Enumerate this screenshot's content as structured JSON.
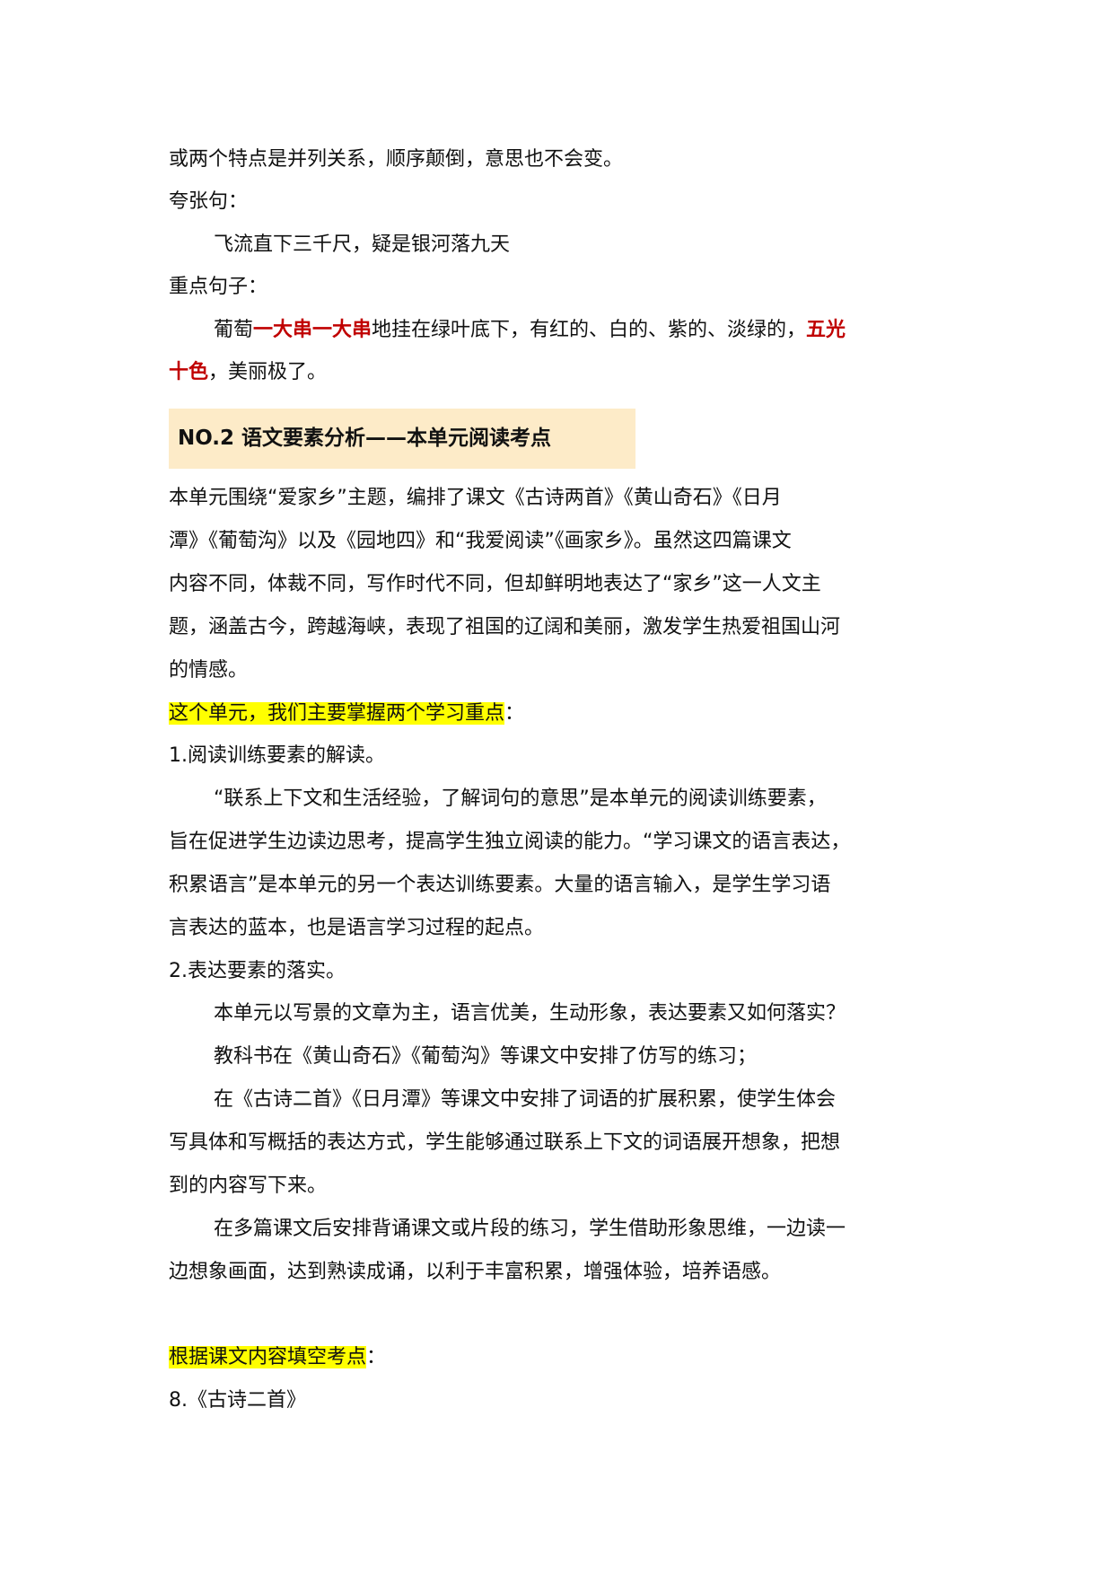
{
  "section1": {
    "continuation": "或两个特点是并列关系，顺序颠倒，意思也不会变。",
    "hyperbole_label": "夸张句：",
    "hyperbole_example": "飞流直下三千尺，疑是银河落九天",
    "key_sentence_label": "重点句子：",
    "key_sentence": {
      "part1": "葡萄",
      "red1": "一大串一大串",
      "part2": "地挂在绿叶底下，有红的、白的、紫的、淡绿的，",
      "red2a": "五光",
      "red2b": "十色",
      "part3": "，美丽极了。"
    }
  },
  "heading": {
    "text": "NO.2 语文要素分析——本单元阅读考点",
    "bg_color": "#fdebc8"
  },
  "intro_paragraph": {
    "lines": [
      "本单元围绕“爱家乡”主题，编排了课文《古诗两首》《黄山奇石》《日月",
      "潭》《葡萄沟》以及《园地四》和“我爱阅读”《画家乡》。虽然这四篇课文",
      "内容不同，体裁不同，写作时代不同，但却鲜明地表达了“家乡”这一人文主",
      "题，涵盖古今，跨越海峡，表现了祖国的辽阔和美丽，激发学生热爱祖国山河",
      "的情感。"
    ]
  },
  "focus": {
    "highlight": "这个单元，我们主要掌握两个学习重点",
    "suffix": "："
  },
  "point1": {
    "title": "1.阅读训练要素的解读。",
    "lines": [
      "“联系上下文和生活经验，了解词句的意思”是本单元的阅读训练要素，",
      "旨在促进学生边读边思考，提高学生独立阅读的能力。“学习课文的语言表达，",
      "积累语言”是本单元的另一个表达训练要素。大量的语言输入，是学生学习语",
      "言表达的蓝本，也是语言学习过程的起点。"
    ]
  },
  "point2": {
    "title": "2.表达要素的落实。",
    "p1": "本单元以写景的文章为主，语言优美，生动形象，表达要素又如何落实？",
    "p2": "教科书在《黄山奇石》《葡萄沟》等课文中安排了仿写的练习；",
    "p3_lines": [
      "在《古诗二首》《日月潭》等课文中安排了词语的扩展积累，使学生体会",
      "写具体和写概括的表达方式，学生能够通过联系上下文的词语展开想象，把想",
      "到的内容写下来。"
    ],
    "p4_lines": [
      "在多篇课文后安排背诵课文或片段的练习，学生借助形象思维，一边读一",
      "边想象画面，达到熟读成诵，以利于丰富积累，增强体验，培养语感。"
    ]
  },
  "fill_blank": {
    "highlight": "根据课文内容填空考点",
    "suffix": "："
  },
  "item8": "8.《古诗二首》"
}
